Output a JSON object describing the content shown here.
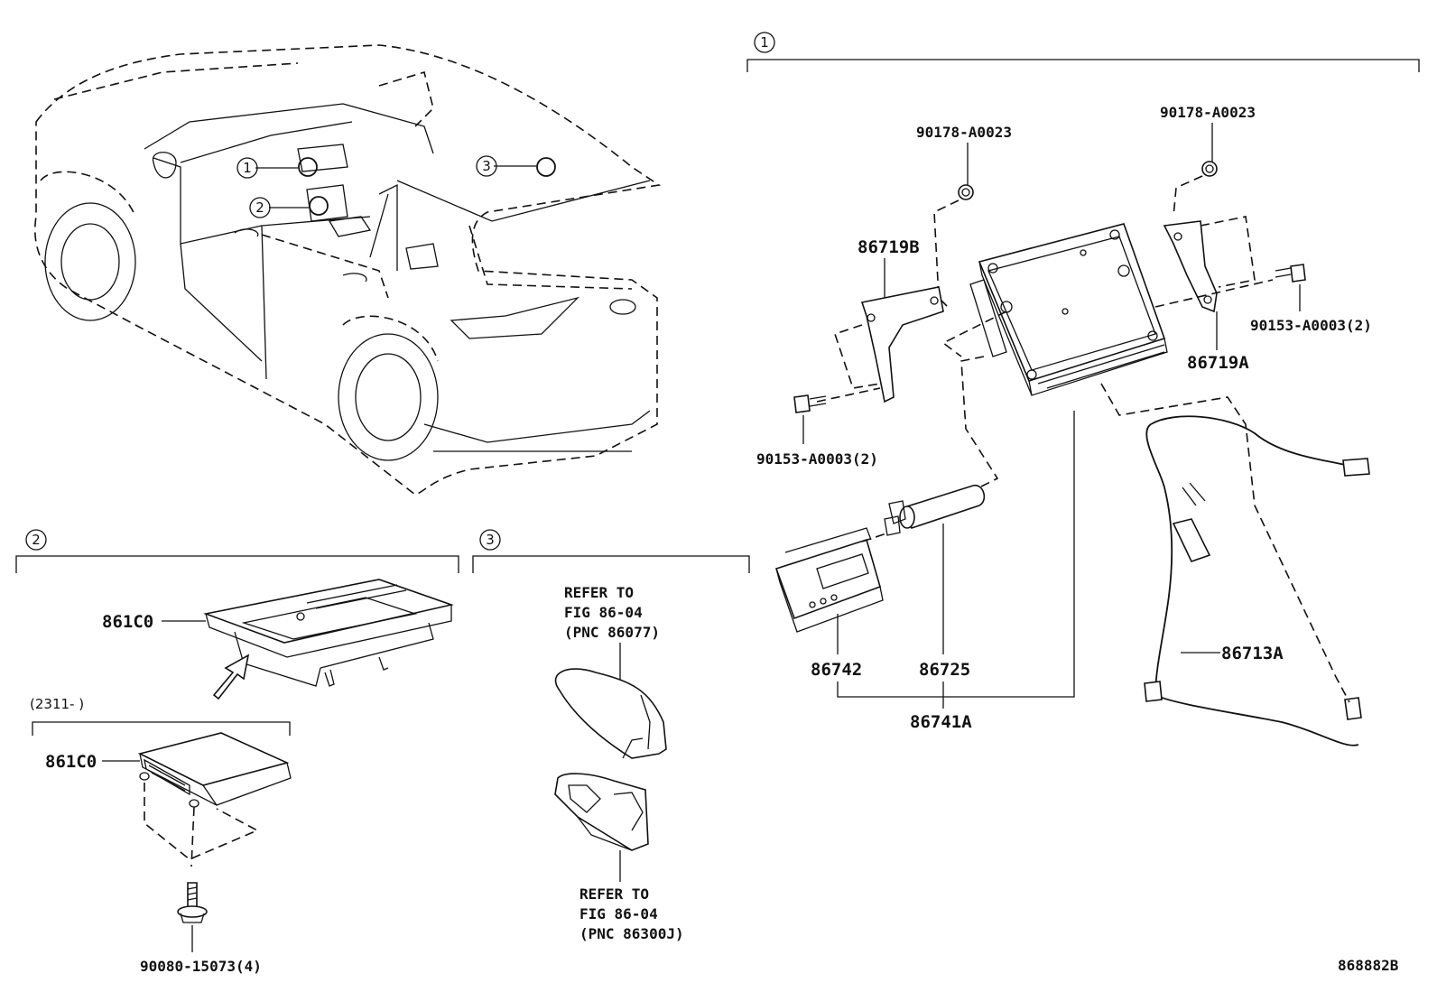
{
  "sections": {
    "s1": "1",
    "s2": "2",
    "s3": "3"
  },
  "car_markers": {
    "m1": "1",
    "m2": "2",
    "m3": "3"
  },
  "labels": {
    "nut_b": "90178-A0023",
    "nut_a": "90178-A0023",
    "bracket_b": "86719B",
    "bracket_a": "86719A",
    "bolt_right": "90153-A0003(2)",
    "bolt_left": "90153-A0003(2)",
    "display": "86742",
    "battery": "86725",
    "assembly": "86741A",
    "harness": "86713A",
    "module_upper": "861C0",
    "module_lower": "861C0",
    "date_range": "(2311-   )",
    "screw": "90080-15073(4)",
    "refer1_line1": "REFER TO",
    "refer1_line2": "FIG 86-04",
    "refer1_line3": "(PNC 86077)",
    "refer2_line1": "REFER TO",
    "refer2_line2": "FIG 86-04",
    "refer2_line3": "(PNC 86300J)",
    "diagram_id": "868882B"
  }
}
